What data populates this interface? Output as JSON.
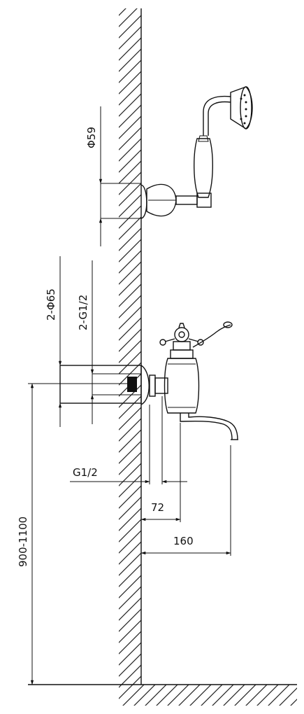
{
  "dimensions": {
    "handshower_diameter": "Φ59",
    "outlets_diameter": "2-Φ65",
    "outlets_thread": "2-G1/2",
    "inlet_thread": "G1/2",
    "projection_body": "72",
    "projection_spout": "160",
    "mounting_height": "900-1100"
  }
}
